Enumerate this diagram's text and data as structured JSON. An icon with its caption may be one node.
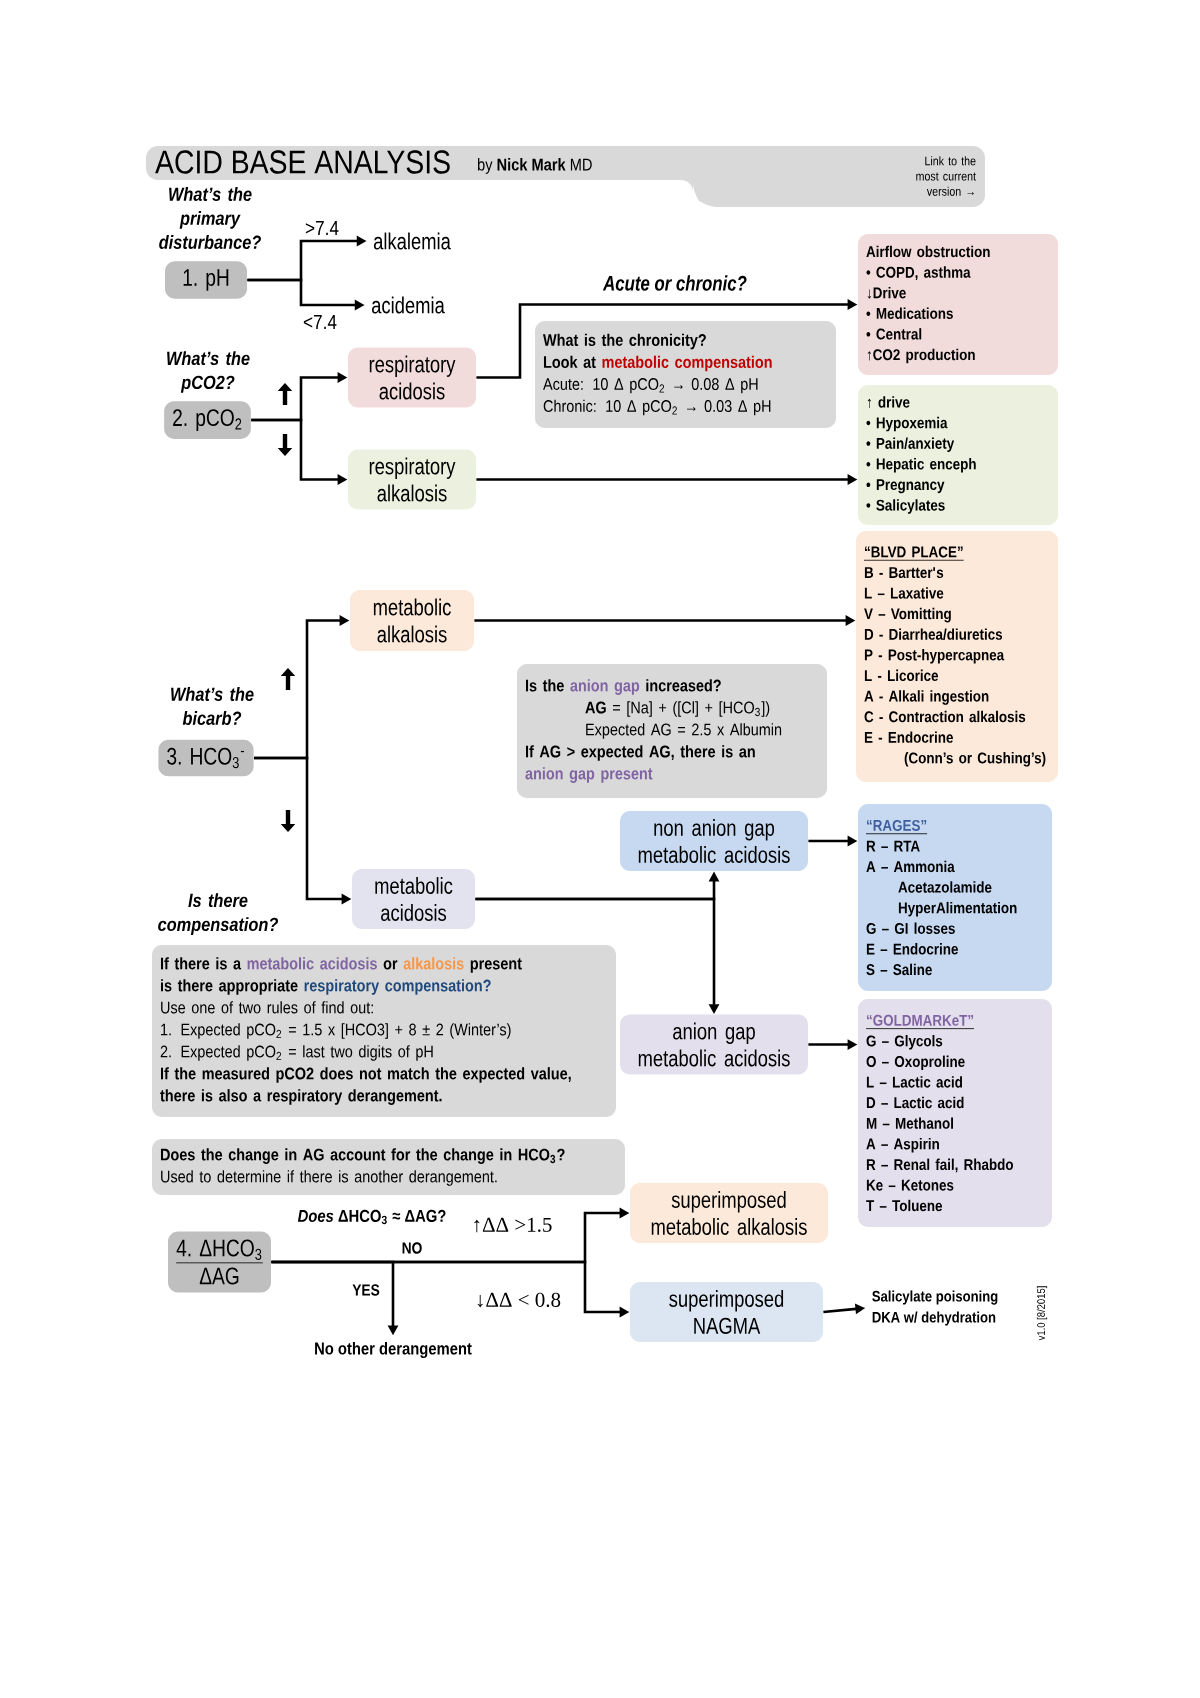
{
  "diagram": {
    "title": "ACID BASE ANALYSIS",
    "nodes": [
      {
        "text": [
          "1. pH"
        ],
        "beside": [
          "What’s the primary disturbance?"
        ]
      },
      {
        "text": [
          "alkalemia"
        ]
      },
      {
        "text": [
          "acidemia"
        ]
      },
      {
        "text": [
          "2. pCO$_{2}$"
        ],
        "beside": [
          "What’s the pCO2?"
        ]
      },
      {
        "text": [
          "respiratory acidosis"
        ]
      },
      {
        "text": [
          "respiratory alkalosis"
        ]
      },
      {
        "text": [
          "What is the chronicity?",
          "Look at",
          "metabolic compensation",
          "Acute: 10 Δ pCO$_{2}$ → 0.08 Δ pH",
          "Chronic: 10 Δ pCO$_{2}$ → 0.03 Δ pH"
        ]
      },
      {
        "text": [
          "Airflow obstruction",
          "• COPD, asthma",
          "↓Drive",
          "• Medications",
          "• Central",
          "↑CO2 production"
        ]
      },
      {
        "text": [
          "↑ drive",
          "• Hypoxemia",
          "• Pain/anxiety",
          "• Hepatic enceph",
          "• Pregnancy",
          "• Salicylates"
        ]
      },
      {
        "text": [
          "metabolic alkalosis"
        ]
      },
      {
        "text": [
          "3. HCO$_{3}$$^{-}$"
        ],
        "beside": [
          "What’s the bicarb?"
        ]
      },
      {
        "text": [
          "Is the",
          "anion gap",
          "increased?",
          "**AG** = [Na] + ([Cl] + [HCO$_{3}$])",
          "Expected AG = 2.5 x Albumin",
          "If AG > expected AG, there is an",
          "anion gap present"
        ]
      },
      {
        "text": [
          "“BLVD PLACE”",
          "B - Bartter's",
          "L – Laxative",
          "V – Vomitting",
          "D - Diarrhea/diuretics",
          "P - Post-hypercapnea",
          "L - Licorice",
          "A - Alkali ingestion",
          "C - Contraction alkalosis",
          "E - Endocrine",
          "(Conn’s or Cushing’s)"
        ]
      },
      {
        "text": [
          "metabolic acidosis"
        ]
      },
      {
        "text": [
          "non anion gap metabolic acidosis"
        ]
      },
      {
        "text": [
          "“RAGES”",
          "R – RTA",
          "A – Ammonia",
          "Acetazolamide",
          "HyperAlimentation",
          "G – GI losses",
          "E – Endocrine",
          "S – Saline"
        ]
      },
      {
        "text": [
          "anion gap metabolic acidosis"
        ]
      },
      {
        "text": [
          "“GOLDMARKeT”",
          "G – Glycols",
          "O – Oxoproline",
          "L – Lactic acid",
          "D – Lactic acid",
          "M – Methanol",
          "A – Aspirin",
          "R – Renal fail, Rhabdo",
          "Ke – Ketones",
          "T – Toluene"
        ]
      },
      {
        "text": [
          "If there is a",
          "metabolic acidosis",
          "or",
          "alkalosis",
          "present",
          "is there appropriate",
          "respiratory compensation?",
          "Use one of two rules of find out:",
          "1. Expected pCO$_{2}$ = 1.5 x [HCO3] + 8 ± 2 (Winter’s)",
          "2. Expected pCO$_{2}$ = last two digits of pH",
          "If the measured pCO2 does not match the expected value, there is also a respiratory derangement."
        ],
        "beside": [
          "Is there compensation?"
        ]
      },
      {
        "text": [
          "Does the change in AG account for the change in HCO$_{3}$?",
          "Used to determine if there is another derangement."
        ]
      },
      {
        "text": [
          "4. ΔHCO$_{3}$",
          "ΔAG"
        ]
      },
      {
        "text": [
          "superimposed metabolic alkalosis"
        ]
      },
      {
        "text": [
          "superimposed NAGMA"
        ]
      },
      {
        "text": [
          "Salicylate poisoning",
          "DKA w/ dehydration"
        ]
      },
      {
        "text": [
          "No other derangement"
        ]
      }
    ],
    "edges": [
      {
        "from": 0,
        "to": 1,
        "arrow": "to",
        "label": ">7.4"
      },
      {
        "from": 0,
        "to": 2,
        "arrow": "to",
        "label": "<7.4"
      },
      {
        "from": 3,
        "to": 4,
        "arrow": "to"
      },
      {
        "from": 3,
        "to": 5,
        "arrow": "to"
      },
      {
        "from": 4,
        "to": 7,
        "arrow": "to",
        "label": "Acute or chronic?"
      },
      {
        "from": 5,
        "to": 8,
        "arrow": "to"
      },
      {
        "from": 10,
        "to": 9,
        "arrow": "to"
      },
      {
        "from": 10,
        "to": 13,
        "arrow": "to"
      },
      {
        "from": 9,
        "to": 12,
        "arrow": "to"
      },
      {
        "from": 13,
        "to": 14,
        "arrow": "to"
      },
      {
        "from": 13,
        "to": 16,
        "arrow": "to"
      },
      {
        "from": 14,
        "to": 15,
        "arrow": "to"
      },
      {
        "from": 16,
        "to": 17,
        "arrow": "to"
      },
      {
        "from": 20,
        "to": 21,
        "arrow": "to",
        "label": "↑ΔΔ >1.5"
      },
      {
        "from": 20,
        "to": 22,
        "arrow": "to",
        "label": "↓ΔΔ < 0.8"
      },
      {
        "from": 20,
        "to": 24,
        "arrow": "to",
        "label": "YES"
      },
      {
        "from": 22,
        "to": 23,
        "arrow": "to"
      }
    ],
    "labels": [
      "by **Nick Mark** MD",
      "Link to the most current version →",
      "*Does* ΔHCO$_{3}$ ≈ ΔAG?",
      "NO",
      "v1.0 [8/2015]"
    ]
  }
}
